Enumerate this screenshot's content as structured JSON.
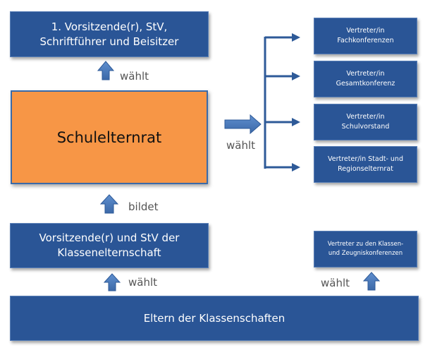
{
  "boxes": {
    "top": {
      "line1": "1. Vorsitzende(r), StV,",
      "line2": "Schriftführer und Beisitzer"
    },
    "center": "Schulelternrat",
    "middle": {
      "line1": "Vorsitzende(r) und StV der",
      "line2": "Klassenelternschaft"
    },
    "bottom": "Eltern der Klassenschaften"
  },
  "right": {
    "fach": {
      "line1": "Vertreter/in",
      "line2": "Fachkonferenzen"
    },
    "gesamt": {
      "line1": "Vertreter/in",
      "line2": "Gesamtkonferenz"
    },
    "schul": {
      "line1": "Vertreter/in",
      "line2": "Schulvorstand"
    },
    "stadt": {
      "line1": "Vertreter/in  Stadt- und",
      "line2": "Regionselternrat"
    },
    "klassen": {
      "line1": "Vertreter zu den Klassen-",
      "line2": "und Zeugniskonferenzen"
    }
  },
  "labels": {
    "waehlt_top": "wählt",
    "waehlt_right": "wählt",
    "bildet": "bildet",
    "waehlt_bottom": "wählt",
    "waehlt_bottom_right": "wählt"
  }
}
